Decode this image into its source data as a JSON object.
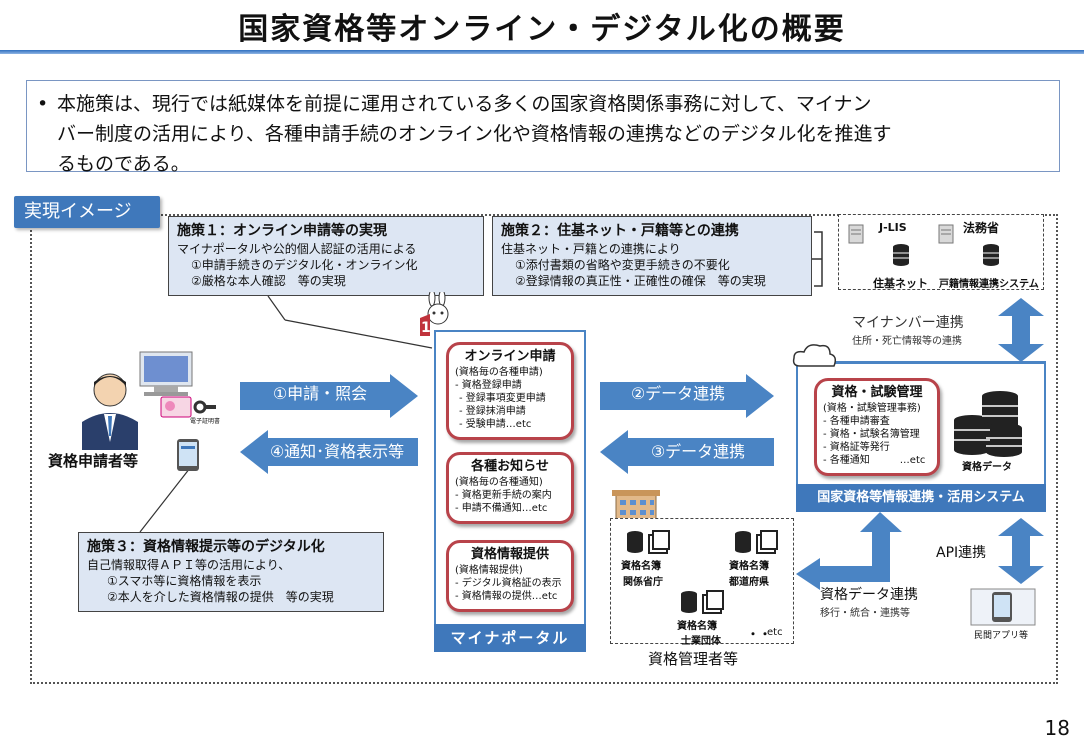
{
  "title": "国家資格等オンライン・デジタル化の概要",
  "intro": {
    "bullet": "•",
    "lines": [
      "本施策は、現行では紙媒体を前提に運用されている多くの国家資格関係事務に対して、マイナン",
      "バー制度の活用により、各種申請手続のオンライン化や資格情報の連携などのデジタル化を推進す",
      "るものである。"
    ]
  },
  "image_label": "実現イメージ",
  "policy1": {
    "heading": "施策１：オンライン申請等の実現",
    "line1": "マイナポータルや公的個人認証の活用による",
    "line2": "①申請手続きのデジタル化・オンライン化",
    "line3": "②厳格な本人確認　等の実現"
  },
  "policy2": {
    "heading": "施策２：住基ネット・戸籍等との連携",
    "line1": "住基ネット・戸籍との連携により",
    "line2": "①添付書類の省略や変更手続きの不要化",
    "line3": "②登録情報の真正性・正確性の確保　等の実現"
  },
  "policy3": {
    "heading": "施策３：資格情報提示等のデジタル化",
    "line1": "自己情報取得ＡＰＩ等の活用により、",
    "line2": "①スマホ等に資格情報を表示",
    "line3": "②本人を介した資格情報の提供　等の実現"
  },
  "systems": {
    "jlis": "J-LIS",
    "moj": "法務省",
    "juki": "住基ネット",
    "koseki": "戸籍情報連携システム"
  },
  "mynumber_link": {
    "title": "マイナンバー連携",
    "sub": "住所・死亡情報等の連携"
  },
  "applicant": {
    "label": "資格申請者等",
    "card_label": "電子証明書"
  },
  "arrows": {
    "a1": "①申請・照会",
    "a4": "④通知･資格表示等",
    "a2": "②データ連携",
    "a3": "③データ連携"
  },
  "portal": {
    "label": "マイナポータル",
    "online": {
      "heading": "オンライン申請",
      "items": [
        "(資格毎の各種申請)",
        "- 資格登録申請",
        " - 登録事項変更申請",
        " - 登録抹消申請",
        " - 受験申請…etc"
      ]
    },
    "notice": {
      "heading": "各種お知らせ",
      "items": [
        "(資格毎の各種通知)",
        "- 資格更新手続の案内",
        "- 申請不備通知…etc"
      ]
    },
    "info": {
      "heading": "資格情報提供",
      "items": [
        "(資格情報提供)",
        "- デジタル資格証の表示",
        "- 資格情報の提供…etc"
      ]
    }
  },
  "system": {
    "label": "国家資格等情報連携・活用システム",
    "box_heading": "資格・試験管理",
    "items": [
      "(資格・試験管理事務)",
      "- 各種申請審査",
      "- 資格・試験名簿管理",
      "- 資格証等発行",
      "- 各種通知　　　…etc"
    ],
    "db_label": "資格データ"
  },
  "managers": {
    "label": "資格管理者等",
    "registry": "資格名簿",
    "ministry": "関係省庁",
    "prefecture": "都道府県",
    "professional": "士業団体",
    "dots": "・・",
    "etc": "etc"
  },
  "data_link": {
    "title": "資格データ連携",
    "sub": "移行・統合・連携等"
  },
  "api": {
    "label": "API連携",
    "app": "民間アプリ等"
  },
  "page_number": "18"
}
